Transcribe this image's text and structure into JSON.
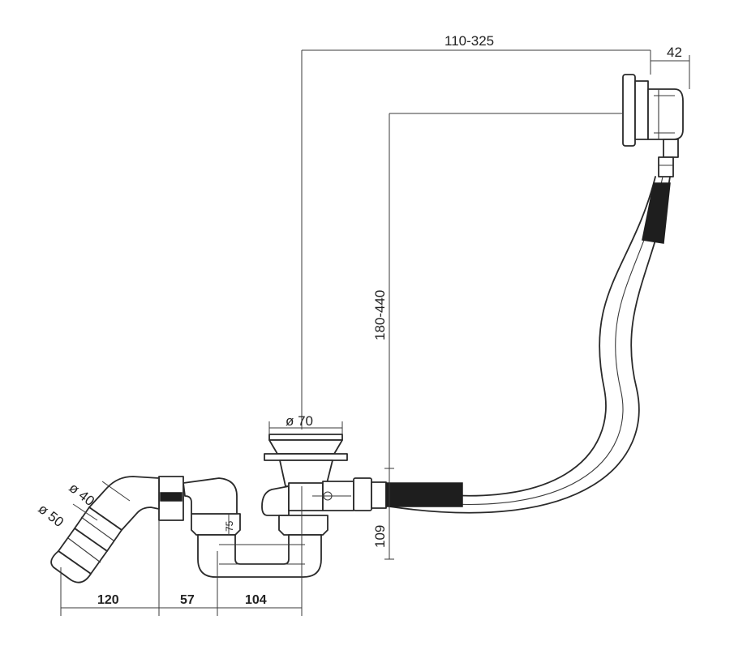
{
  "dimensions": {
    "outlet_width": "110-325",
    "overflow_depth": "42",
    "height_range": "180-440",
    "waste_diameter": "ø 70",
    "trap_height": "109",
    "seal_depth": "75",
    "pipe_dia_40": "ø 40",
    "pipe_dia_50": "ø 50",
    "offset_120": "120",
    "offset_57": "57",
    "offset_104": "104"
  },
  "colors": {
    "line": "#2a2a2a",
    "hose_sleeve": "#1e1e1e",
    "background": "#ffffff"
  }
}
